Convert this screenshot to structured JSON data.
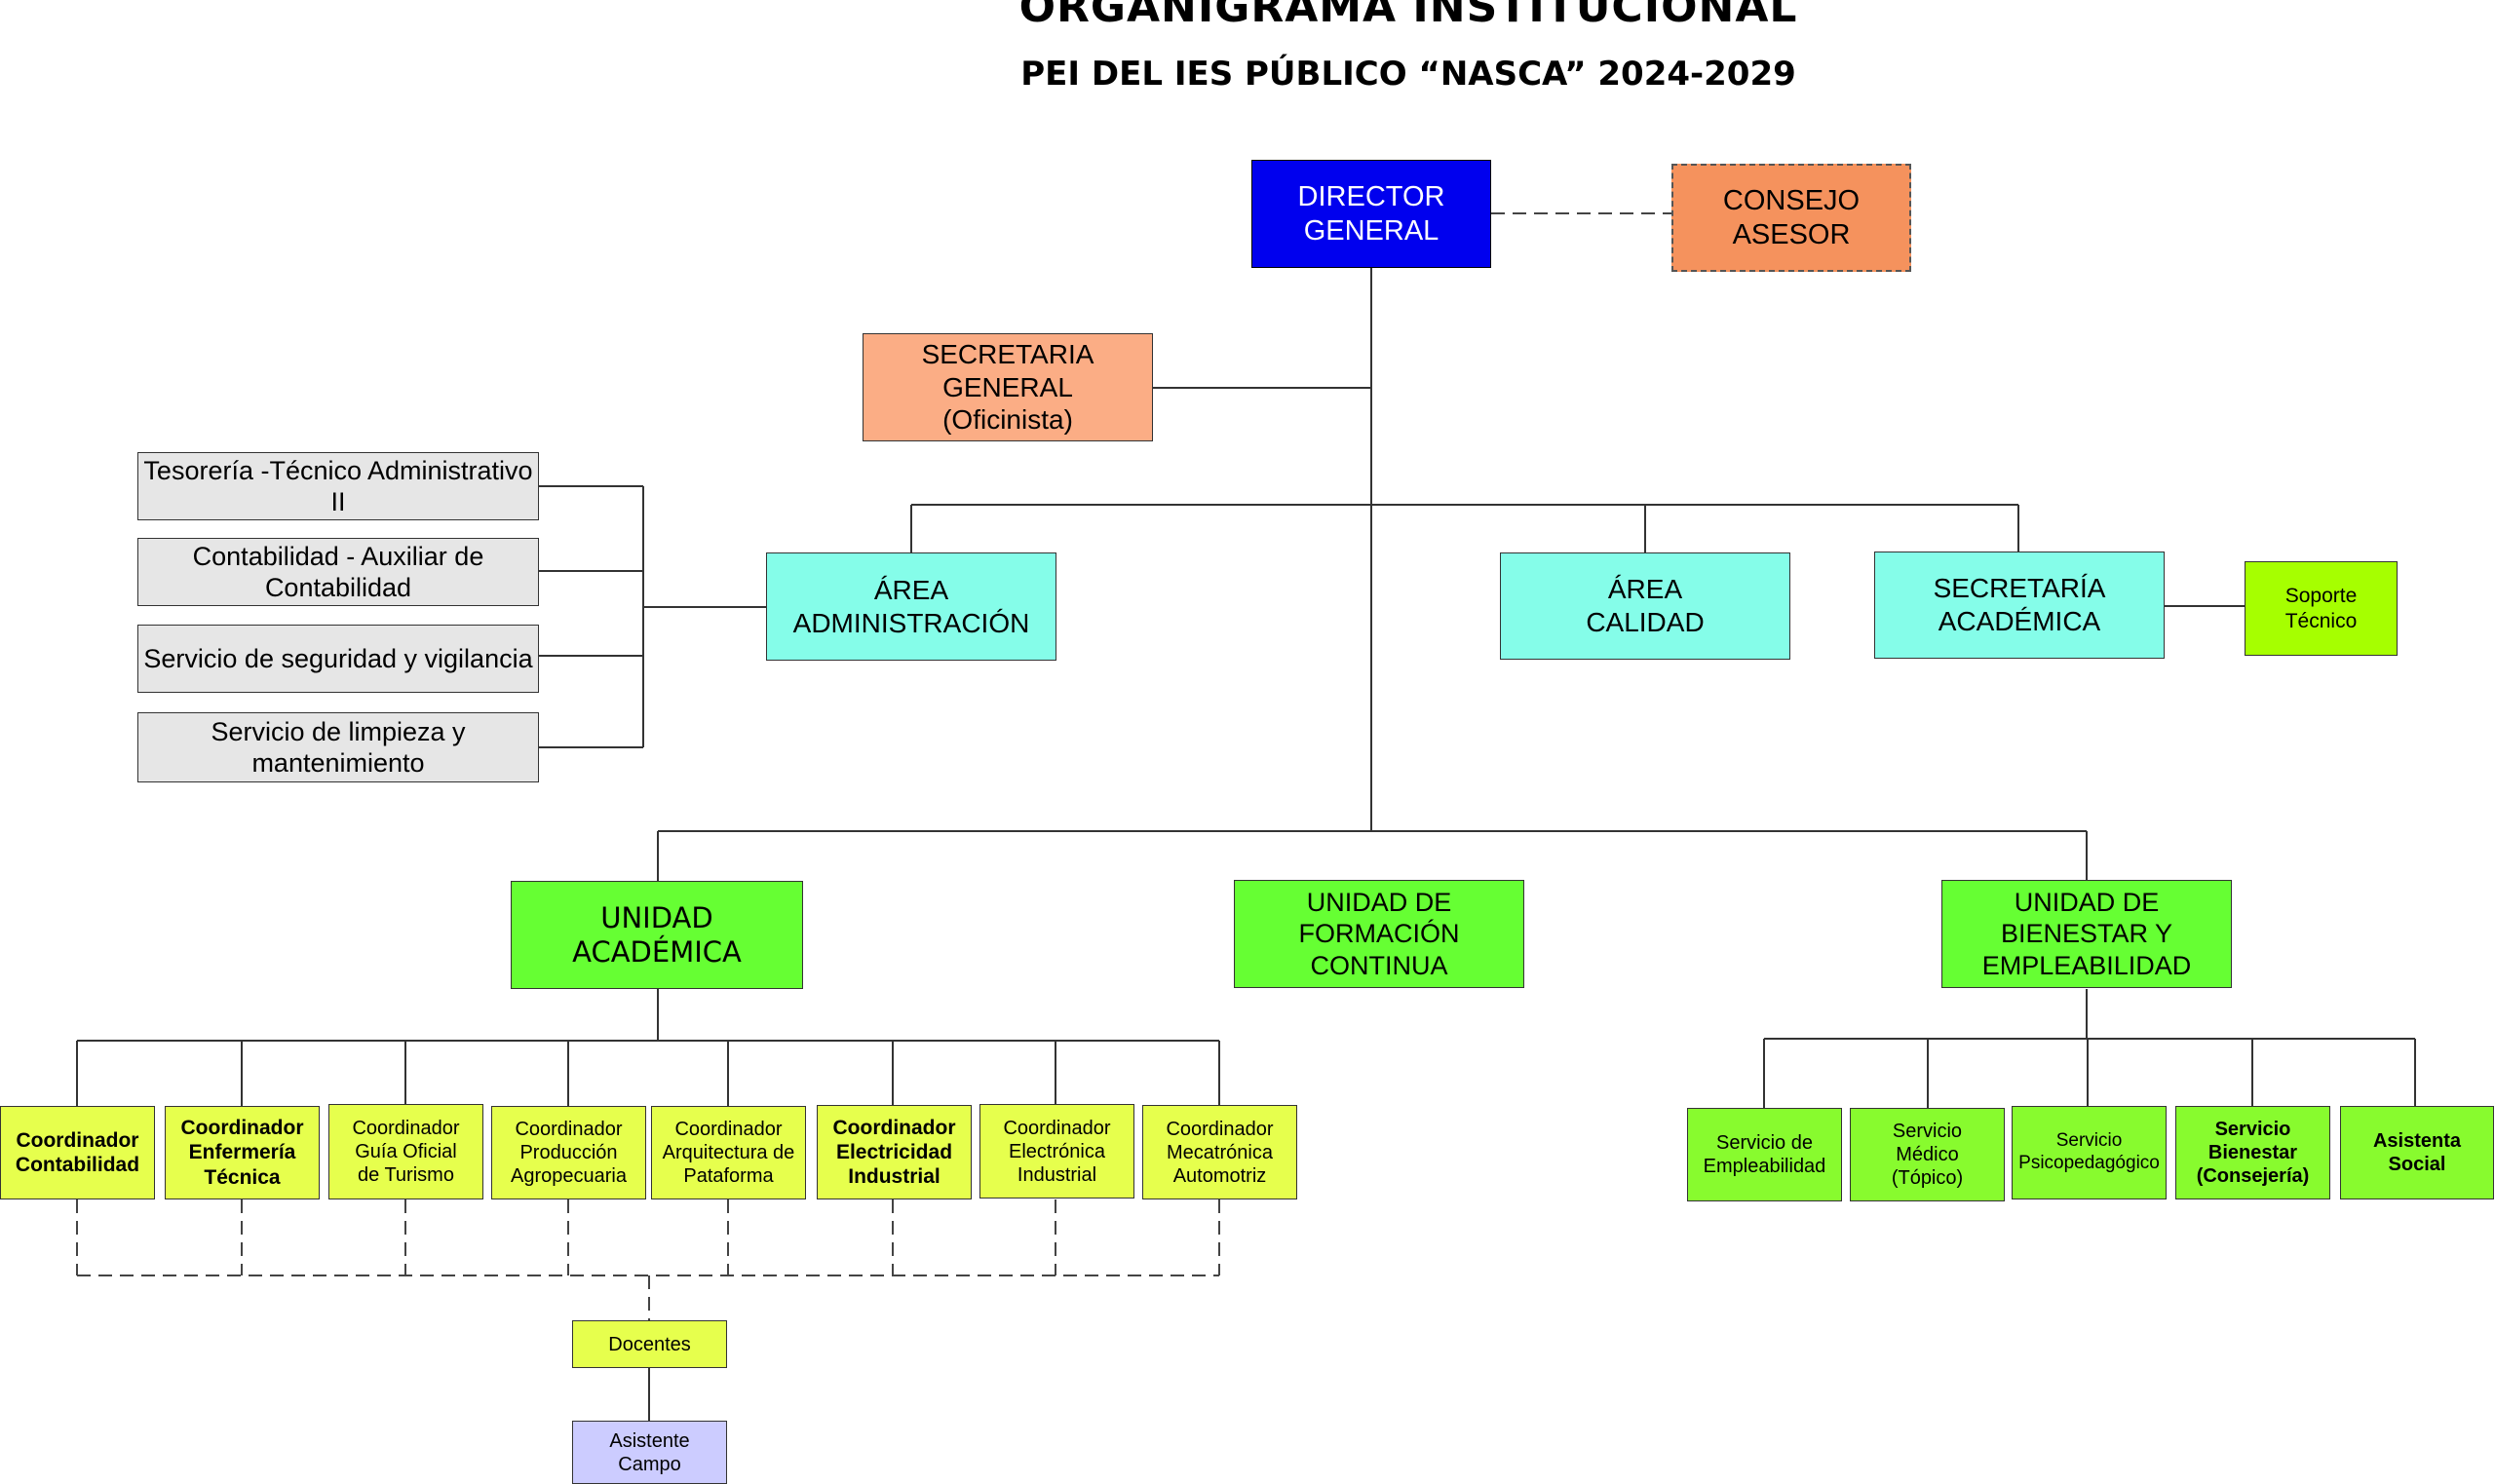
{
  "title": "ORGANIGRAMA INSTITUCIONAL",
  "subtitle": "PEI DEL IES PÚBLICO “NASCA” 2024-2029",
  "nodes": {
    "director": "DIRECTOR\nGENERAL",
    "consejo": "CONSEJO\nASESOR",
    "secretaria_general": "SECRETARIA GENERAL\n(Oficinista)",
    "tesoreria": "Tesorería -Técnico Administrativo II",
    "contabilidad": "Contabilidad - Auxiliar de Contabilidad",
    "seguridad": "Servicio de seguridad y vigilancia",
    "limpieza": "Servicio de limpieza y mantenimiento",
    "area_administracion": "ÁREA\nADMINISTRACIÓN",
    "area_calidad": "ÁREA\nCALIDAD",
    "secretaria_academica": "SECRETARÍA\nACADÉMICA",
    "soporte_tecnico": "Soporte\nTécnico",
    "unidad_academica": "UNIDAD\nACADÉMICA",
    "unidad_formacion": "UNIDAD DE FORMACIÓN\nCONTINUA",
    "unidad_bienestar": "UNIDAD DE BIENESTAR Y\nEMPLEABILIDAD",
    "docentes": "Docentes",
    "asistente_campo": "Asistente\nCampo"
  },
  "coordinators": [
    "Coordinador\nContabilidad",
    "Coordinador\nEnfermería\nTécnica",
    "Coordinador\nGuía Oficial\nde Turismo",
    "Coordinador\nProducción\nAgropecuaria",
    "Coordinador\nArquitectura de\nPataforma",
    "Coordinador\nElectricidad\nIndustrial",
    "Coordinador\nElectrónica\nIndustrial",
    "Coordinador\nMecatrónica\nAutomotriz"
  ],
  "services": [
    "Servicio de\nEmpleabilidad",
    "Servicio\nMédico\n(Tópico)",
    "Servicio\nPsicopedagógico",
    "Servicio\nBienestar\n(Consejería)",
    "Asistenta\nSocial"
  ]
}
